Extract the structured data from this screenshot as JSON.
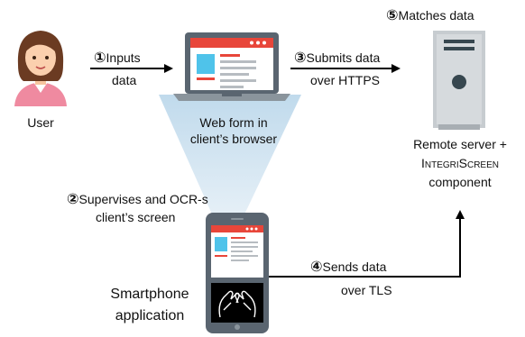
{
  "actors": {
    "user": "User",
    "browser_line1": "Web form in",
    "browser_line2": "client’s browser",
    "server_line1": "Remote server +",
    "server_brand": "IntegriScreen",
    "server_line3": "component",
    "phone_line1": "Smartphone",
    "phone_line2": "application"
  },
  "steps": [
    {
      "num": "①",
      "line1": "Inputs",
      "line2": "data"
    },
    {
      "num": "②",
      "line1": "Supervises and OCR-s",
      "line2": "client’s screen"
    },
    {
      "num": "③",
      "line1": "Submits data",
      "line2": "over HTTPS"
    },
    {
      "num": "④",
      "line1": "Sends data",
      "line2": "over TLS"
    },
    {
      "num": "⑤",
      "line1": "Matches data"
    }
  ],
  "colors": {
    "accent": "#e8463a",
    "screen_blue": "#4fc3ea",
    "laptop_dark": "#5a6570",
    "server_gray": "#c7ccd0",
    "server_dark": "#37474f",
    "cone": "#dbe9f2"
  }
}
